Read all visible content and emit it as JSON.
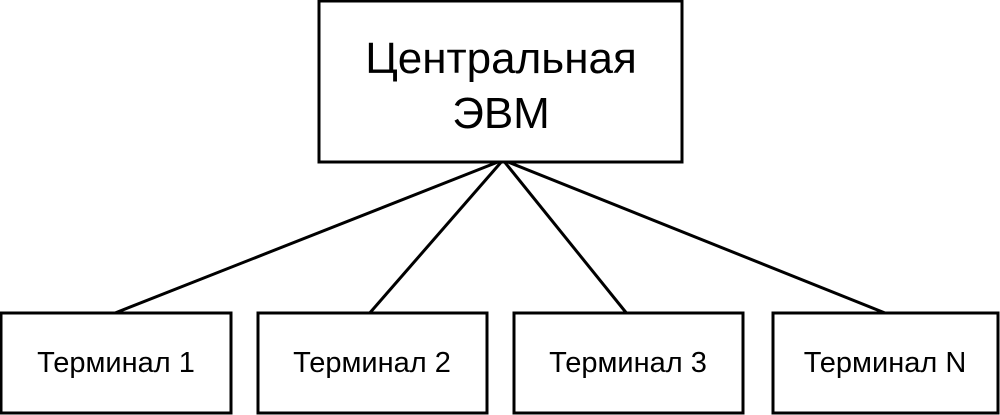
{
  "diagram": {
    "central": {
      "line1": "Центральная",
      "line2": "ЭВМ"
    },
    "terminals": [
      {
        "label": "Терминал 1"
      },
      {
        "label": "Терминал 2"
      },
      {
        "label": "Терминал 3"
      },
      {
        "label": "Терминал N"
      }
    ]
  }
}
